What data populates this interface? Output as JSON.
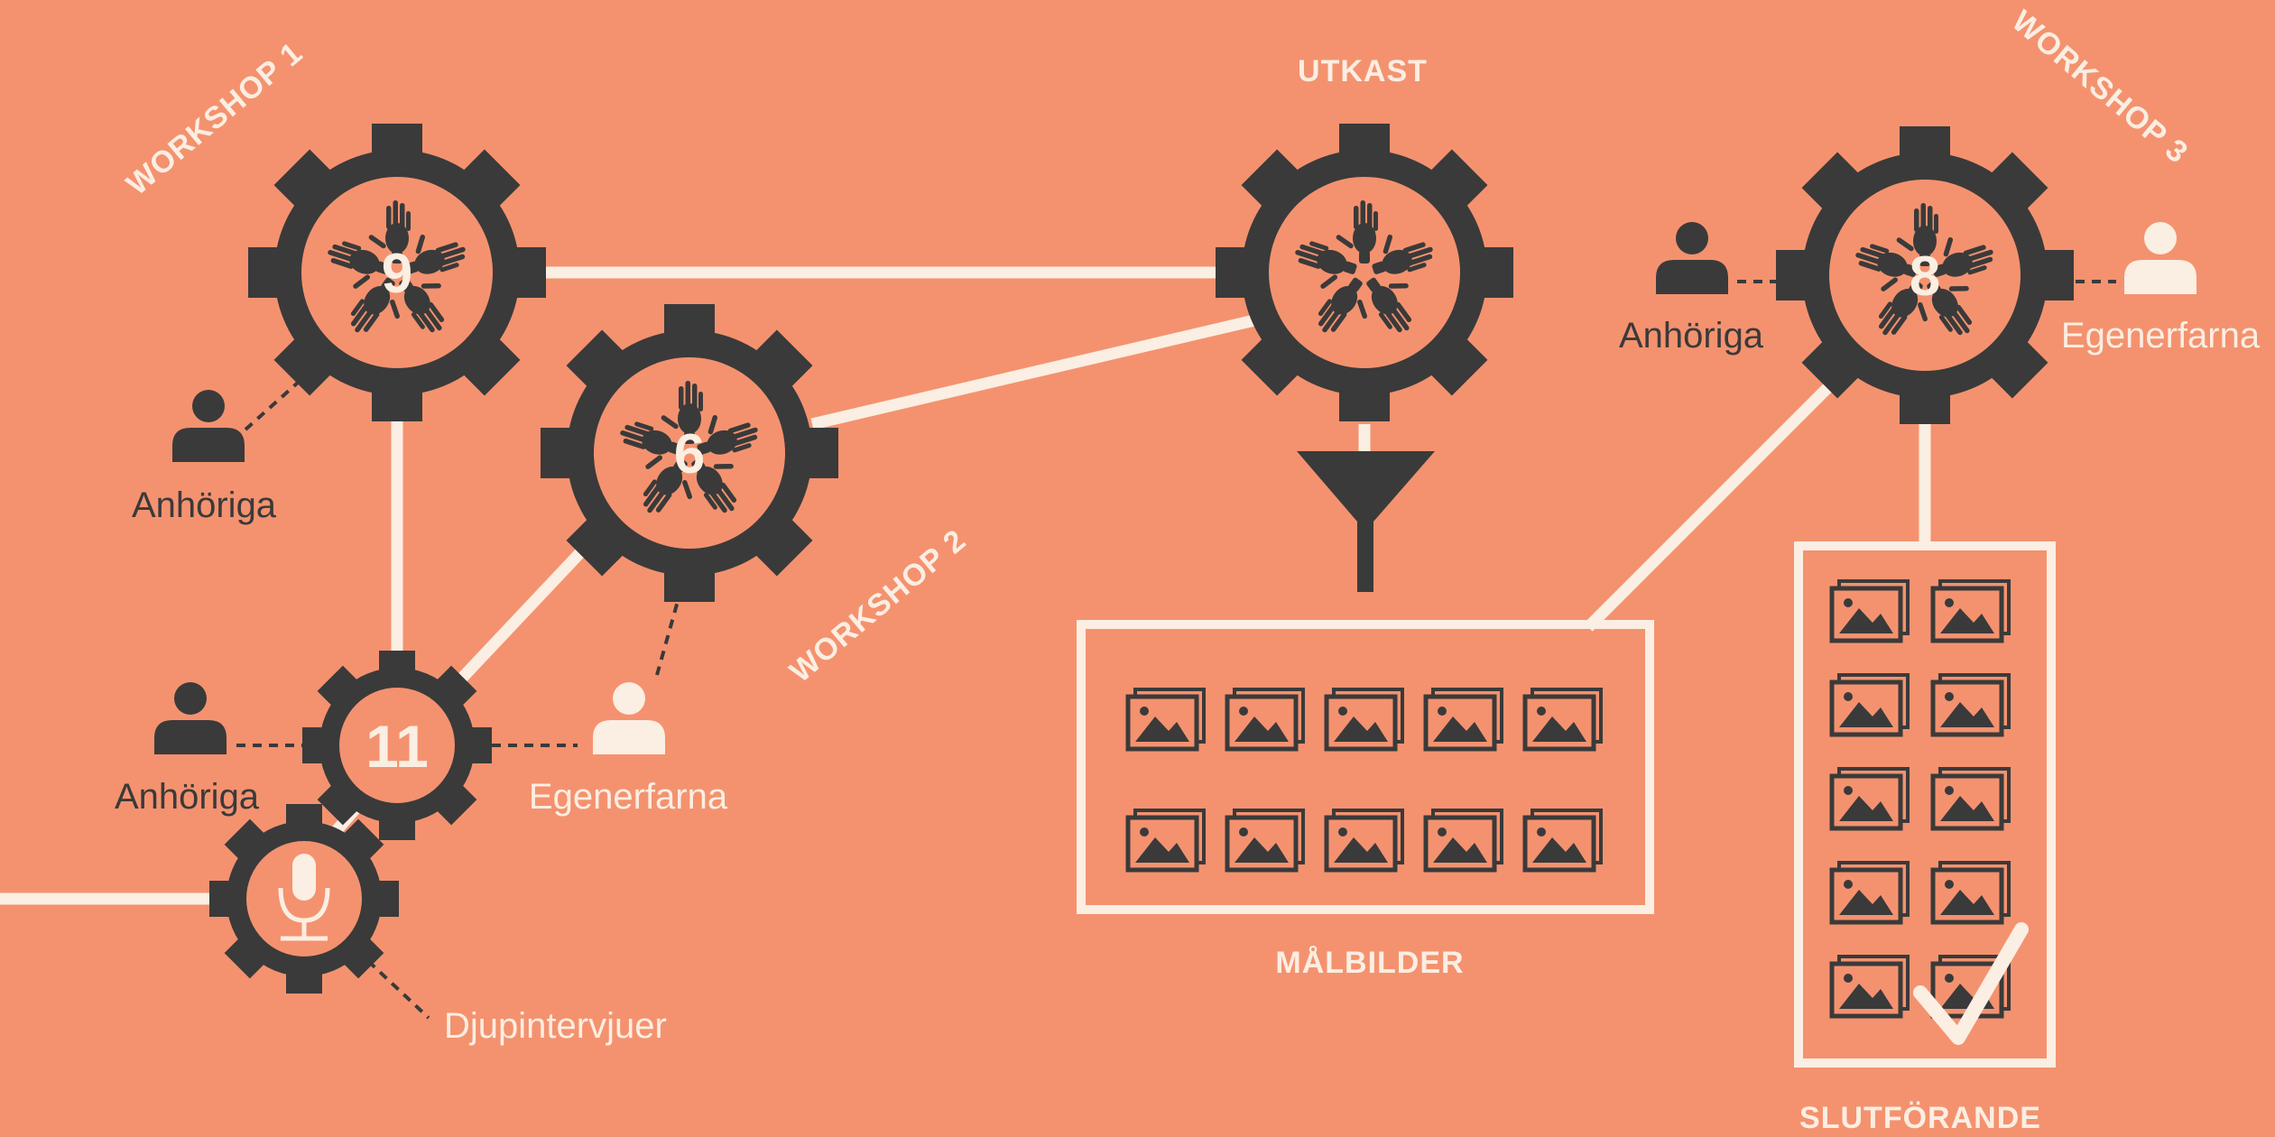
{
  "colors": {
    "background": "#F4926F",
    "gear": "#3A3A3A",
    "cream": "#FBEEE2"
  },
  "workshops": {
    "w1": "WORKSHOP 1",
    "w2": "WORKSHOP 2",
    "w3": "WORKSHOP 3"
  },
  "gears": {
    "g9": "9",
    "g6": "6",
    "g11": "11",
    "g8": "8",
    "mic_icon": "microphone-icon"
  },
  "people": {
    "anhoriga": "Anhöriga",
    "egenerfarna": "Egenerfarna"
  },
  "labels": {
    "djupintervjuer": "Djupintervjuer",
    "utkast": "UTKAST",
    "malbilder": "MÅLBILDER",
    "slutforande": "SLUTFÖRANDE"
  }
}
